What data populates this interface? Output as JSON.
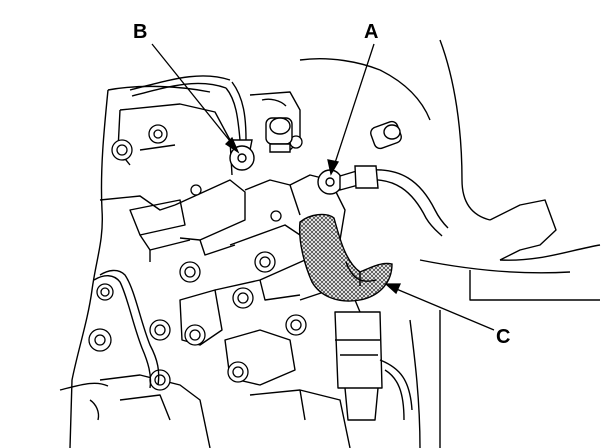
{
  "callouts": {
    "a": {
      "label": "A"
    },
    "b": {
      "label": "B"
    },
    "c": {
      "label": "C"
    }
  },
  "colors": {
    "line": "#000000",
    "background": "#ffffff",
    "hatch": "#555555"
  }
}
